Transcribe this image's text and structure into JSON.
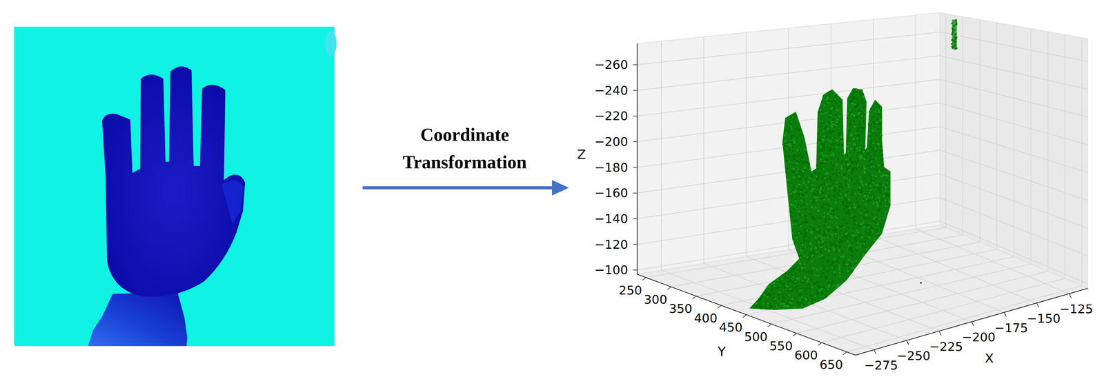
{
  "diagram": {
    "labels": [
      "Coordinate Transformation",
      "−260",
      "−240",
      "−220",
      "−200",
      "−180",
      "−160",
      "−140",
      "−120",
      "−100",
      "Z",
      "250",
      "300",
      "350",
      "400",
      "450",
      "500",
      "550",
      "600",
      "650",
      "Y",
      "−275",
      "−250",
      "−225",
      "−200",
      "−175",
      "−150",
      "−125",
      "X"
    ]
  }
}
